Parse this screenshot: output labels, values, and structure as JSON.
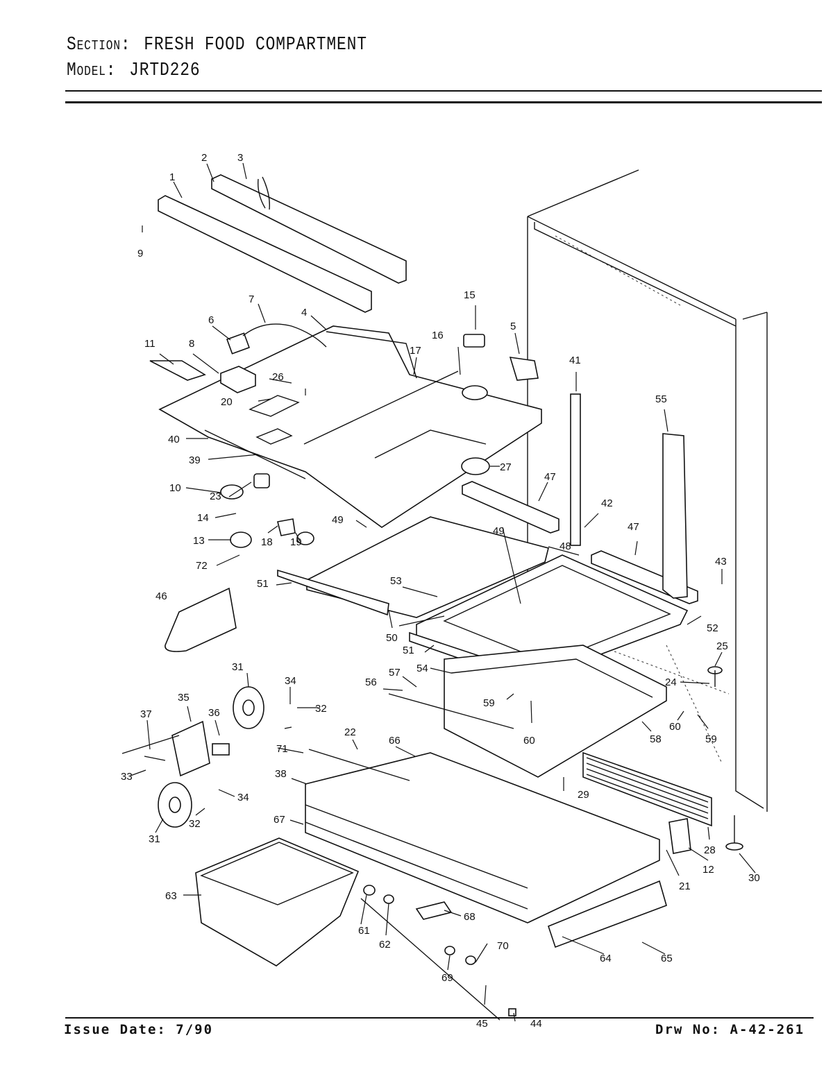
{
  "header": {
    "section_label": "Section:",
    "section_value": "FRESH FOOD COMPARTMENT",
    "model_label": "Model:",
    "model_value": "JRTD226"
  },
  "footer": {
    "issue_date": "Issue Date: 7/90",
    "drawing_no": "Drw No: A-42-261"
  },
  "callouts": [
    "1",
    "2",
    "3",
    "4",
    "5",
    "6",
    "7",
    "8",
    "9",
    "10",
    "11",
    "12",
    "13",
    "14",
    "15",
    "16",
    "17",
    "18",
    "19",
    "20",
    "21",
    "22",
    "23",
    "24",
    "25",
    "26",
    "27",
    "28",
    "29",
    "30",
    "31",
    "31",
    "32",
    "32",
    "33",
    "34",
    "34",
    "35",
    "36",
    "37",
    "38",
    "39",
    "40",
    "41",
    "42",
    "43",
    "44",
    "45",
    "46",
    "47",
    "47",
    "48",
    "49",
    "49",
    "50",
    "51",
    "51",
    "52",
    "53",
    "54",
    "55",
    "56",
    "57",
    "58",
    "59",
    "59",
    "60",
    "60",
    "61",
    "62",
    "63",
    "64",
    "65",
    "66",
    "67",
    "68",
    "69",
    "70",
    "71",
    "72"
  ]
}
